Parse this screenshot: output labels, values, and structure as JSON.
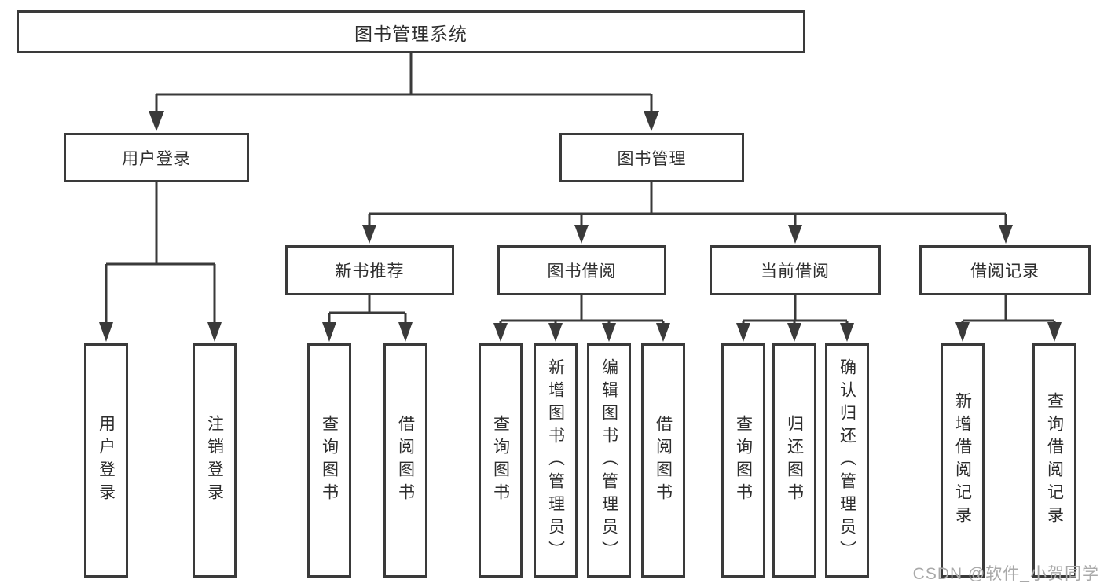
{
  "diagram": {
    "title": "图书管理系统",
    "watermark": "CSDN @软件_小贺同学",
    "colors": {
      "line": "#3a3a3a",
      "box_border": "#3a3a3a",
      "text": "#2d2d2d",
      "background": "#ffffff",
      "watermark": "#a9a9a9"
    },
    "nodes": {
      "root": {
        "label": "图书管理系统"
      },
      "user_login": {
        "label": "用户登录"
      },
      "book_mgmt": {
        "label": "图书管理"
      },
      "new_book_rec": {
        "label": "新书推荐"
      },
      "book_borrow": {
        "label": "图书借阅"
      },
      "current_borrow": {
        "label": "当前借阅"
      },
      "borrow_record": {
        "label": "借阅记录"
      },
      "leaf_user_login": {
        "label": "用户登录"
      },
      "leaf_logout": {
        "label": "注销登录"
      },
      "leaf_query_book_1": {
        "label": "查询图书"
      },
      "leaf_borrow_book_1": {
        "label": "借阅图书"
      },
      "leaf_query_book_2": {
        "label": "查询图书"
      },
      "leaf_add_book": {
        "label": "新增图书（管理员）"
      },
      "leaf_edit_book": {
        "label": "编辑图书（管理员）"
      },
      "leaf_borrow_book_2": {
        "label": "借阅图书"
      },
      "leaf_query_book_3": {
        "label": "查询图书"
      },
      "leaf_return_book": {
        "label": "归还图书"
      },
      "leaf_confirm_return": {
        "label": "确认归还（管理员）"
      },
      "leaf_add_record": {
        "label": "新增借阅记录"
      },
      "leaf_query_record": {
        "label": "查询借阅记录"
      }
    },
    "edges": [
      [
        "root",
        "user_login"
      ],
      [
        "root",
        "book_mgmt"
      ],
      [
        "user_login",
        "leaf_user_login"
      ],
      [
        "user_login",
        "leaf_logout"
      ],
      [
        "book_mgmt",
        "new_book_rec"
      ],
      [
        "book_mgmt",
        "book_borrow"
      ],
      [
        "book_mgmt",
        "current_borrow"
      ],
      [
        "book_mgmt",
        "borrow_record"
      ],
      [
        "new_book_rec",
        "leaf_query_book_1"
      ],
      [
        "new_book_rec",
        "leaf_borrow_book_1"
      ],
      [
        "book_borrow",
        "leaf_query_book_2"
      ],
      [
        "book_borrow",
        "leaf_add_book"
      ],
      [
        "book_borrow",
        "leaf_edit_book"
      ],
      [
        "book_borrow",
        "leaf_borrow_book_2"
      ],
      [
        "current_borrow",
        "leaf_query_book_3"
      ],
      [
        "current_borrow",
        "leaf_return_book"
      ],
      [
        "current_borrow",
        "leaf_confirm_return"
      ],
      [
        "borrow_record",
        "leaf_add_record"
      ],
      [
        "borrow_record",
        "leaf_query_record"
      ]
    ]
  }
}
